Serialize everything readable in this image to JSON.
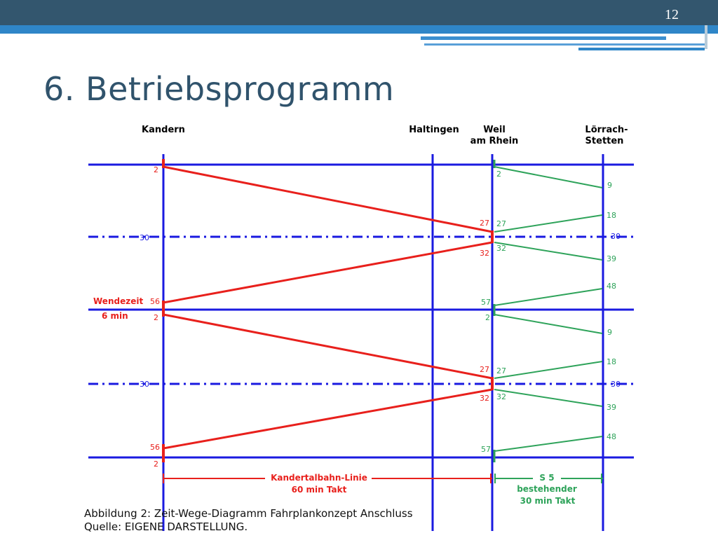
{
  "slide": {
    "number": "12",
    "title": "6. Betriebsprogramm",
    "caption_line1": "Abbildung 2: Zeit-Wege-Diagramm Fahrplankonzept Anschluss",
    "caption_line2": "Quelle: EIGENE DARSTELLUNG."
  },
  "colors": {
    "header_dark": "#33566e",
    "header_stripe": "#2f86c8",
    "grid_blue": "#1a1ae0",
    "kandertal_red": "#e8201c",
    "s5_green": "#2ea35a"
  },
  "diagram": {
    "stations": {
      "kandern": "Kandern",
      "haltingen": "Haltingen",
      "weil_1": "Weil",
      "weil_2": "am Rhein",
      "loerrach_1": "Lörrach-",
      "loerrach_2": "Stetten"
    },
    "half_hour_marks": {
      "left_upper": "30",
      "right_upper": "30",
      "left_lower": "30",
      "right_lower": "30"
    },
    "red_times": {
      "k_top": "2",
      "w_27_a": "27",
      "w_32_a": "32",
      "k_56_a": "56",
      "k_2_mid": "2",
      "w_27_b": "27",
      "w_32_b": "32",
      "k_56_b": "56",
      "k_2_bottom": "2"
    },
    "green_times": {
      "w_2_top": "2",
      "l_9_a": "9",
      "l_18_a": "18",
      "w_27_a": "27",
      "w_32_a": "32",
      "l_39_a": "39",
      "l_48_a": "48",
      "w_57_a": "57",
      "w_2_mid": "2",
      "l_9_b": "9",
      "l_18_b": "18",
      "w_27_b": "27",
      "w_32_b": "32",
      "l_39_b": "39",
      "l_48_b": "48",
      "w_57_b": "57"
    },
    "wendezeit_1": "Wendezeit",
    "wendezeit_2": "6 min",
    "kandertal_1": "Kandertalbahn-Linie",
    "kandertal_2": "60 min Takt",
    "s5_1": "S 5",
    "s5_2": "bestehender",
    "s5_3": "30 min Takt"
  }
}
